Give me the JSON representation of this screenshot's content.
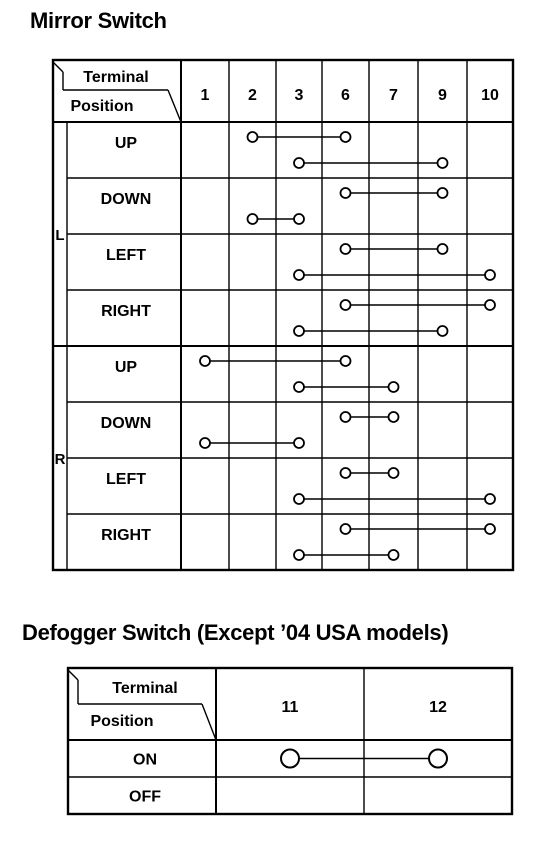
{
  "mirror": {
    "title": "Mirror Switch",
    "header": {
      "terminal": "Terminal",
      "position": "Position"
    },
    "terminals": [
      "1",
      "2",
      "3",
      "6",
      "7",
      "9",
      "10"
    ],
    "groups": [
      {
        "label": "L",
        "rows": [
          {
            "position": "UP",
            "connections": [
              [
                "2",
                "6"
              ],
              [
                "3",
                "9"
              ]
            ]
          },
          {
            "position": "DOWN",
            "connections": [
              [
                "6",
                "9"
              ],
              [
                "2",
                "3"
              ]
            ]
          },
          {
            "position": "LEFT",
            "connections": [
              [
                "6",
                "9"
              ],
              [
                "3",
                "10"
              ]
            ]
          },
          {
            "position": "RIGHT",
            "connections": [
              [
                "6",
                "10"
              ],
              [
                "3",
                "9"
              ]
            ]
          }
        ]
      },
      {
        "label": "R",
        "rows": [
          {
            "position": "UP",
            "connections": [
              [
                "1",
                "6"
              ],
              [
                "3",
                "7"
              ]
            ]
          },
          {
            "position": "DOWN",
            "connections": [
              [
                "6",
                "7"
              ],
              [
                "1",
                "3"
              ]
            ]
          },
          {
            "position": "LEFT",
            "connections": [
              [
                "6",
                "7"
              ],
              [
                "3",
                "10"
              ]
            ]
          },
          {
            "position": "RIGHT",
            "connections": [
              [
                "6",
                "10"
              ],
              [
                "3",
                "7"
              ]
            ]
          }
        ]
      }
    ]
  },
  "defogger": {
    "title": "Defogger Switch (Except ’04 USA models)",
    "header": {
      "terminal": "Terminal",
      "position": "Position"
    },
    "terminals": [
      "11",
      "12"
    ],
    "rows": [
      {
        "position": "ON",
        "connections": [
          [
            "11",
            "12"
          ]
        ]
      },
      {
        "position": "OFF",
        "connections": []
      }
    ]
  }
}
